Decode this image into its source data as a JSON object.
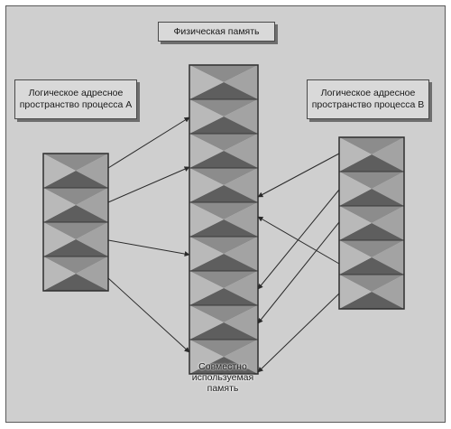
{
  "title": "Физическая память",
  "process_a_label": "Логическое адресное пространство процесса А",
  "process_b_label": "Логическое адресное пространство процесса В",
  "shared_label": "Совместно используемая память",
  "colors": {
    "background": "#cfcfcf",
    "box_fill": "#d9d9d9",
    "tri_dark": "#5e5e5e",
    "tri_mid": "#8c8c8c",
    "tri_light": "#b9b9b9",
    "tri_pale": "#a3a3a3",
    "arrow": "#2a2a2a"
  }
}
